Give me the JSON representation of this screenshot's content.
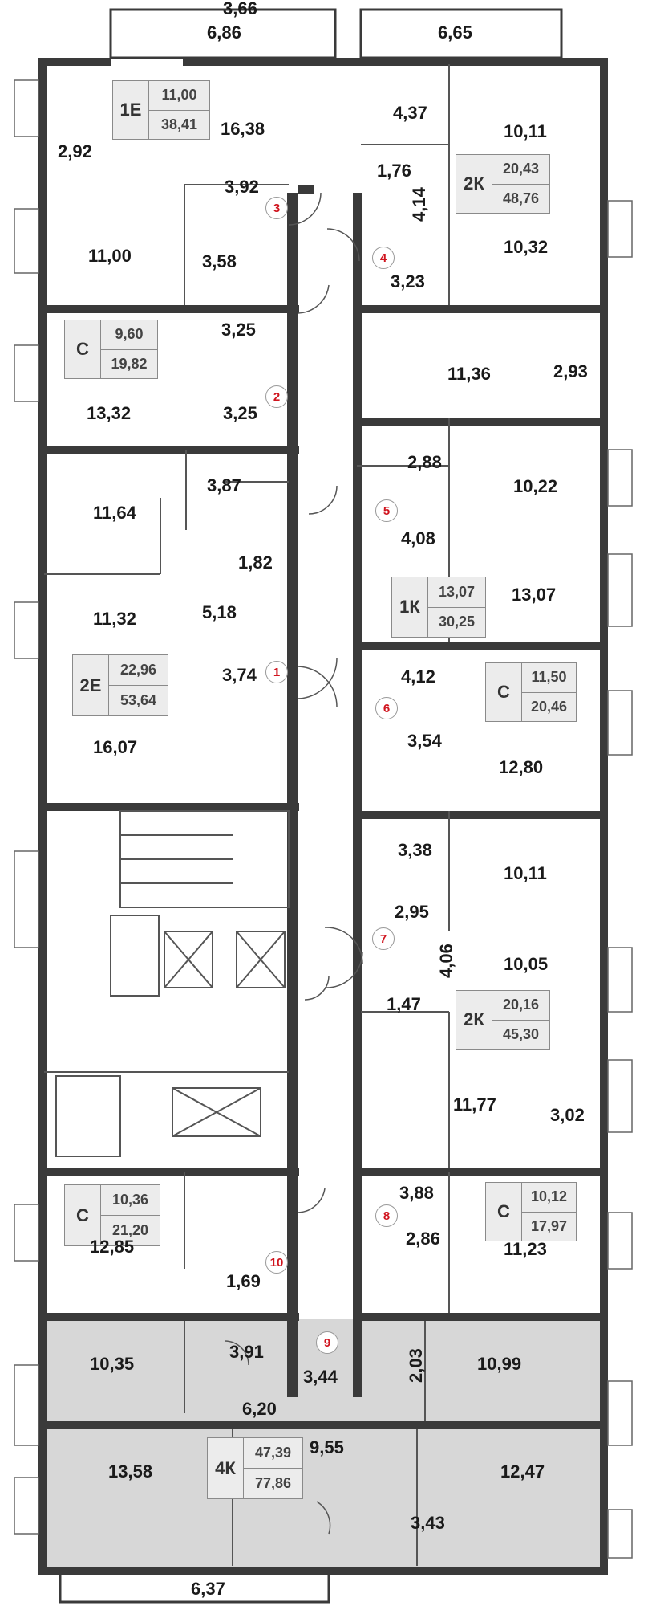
{
  "plan": {
    "title": "Floor plan",
    "apartments": [
      {
        "number": "1",
        "type": "2Е",
        "living": "22,96",
        "total": "53,64"
      },
      {
        "number": "2",
        "type": "С",
        "living": "9,60",
        "total": "19,82"
      },
      {
        "number": "3",
        "type": "1Е",
        "living": "11,00",
        "total": "38,41"
      },
      {
        "number": "4",
        "type": "2К",
        "living": "20,43",
        "total": "48,76"
      },
      {
        "number": "5",
        "type": "1К",
        "living": "13,07",
        "total": "30,25"
      },
      {
        "number": "6",
        "type": "С",
        "living": "11,50",
        "total": "20,46"
      },
      {
        "number": "7",
        "type": "2К",
        "living": "20,16",
        "total": "45,30"
      },
      {
        "number": "8",
        "type": "С",
        "living": "10,12",
        "total": "17,97"
      },
      {
        "number": "9",
        "type": "4К",
        "living": "47,39",
        "total": "77,86"
      },
      {
        "number": "10",
        "type": "С",
        "living": "10,36",
        "total": "21,20"
      }
    ],
    "areas": {
      "a_6_86": "6,86",
      "a_6_65": "6,65",
      "a_2_92": "2,92",
      "a_16_38": "16,38",
      "a_4_37": "4,37",
      "a_10_11_top": "10,11",
      "a_1_76": "1,76",
      "a_4_14": "4,14",
      "a_3_92": "3,92",
      "a_11_00": "11,00",
      "a_3_58": "3,58",
      "a_3_23": "3,23",
      "a_10_32": "10,32",
      "a_3_25_wc": "3,25",
      "a_11_36": "11,36",
      "a_2_93": "2,93",
      "a_13_32": "13,32",
      "a_3_25_hall": "3,25",
      "a_2_88": "2,88",
      "a_10_22": "10,22",
      "a_11_64": "11,64",
      "a_3_87": "3,87",
      "a_4_08": "4,08",
      "a_1_82": "1,82",
      "a_11_32": "11,32",
      "a_5_18": "5,18",
      "a_13_07": "13,07",
      "a_3_74": "3,74",
      "a_4_12": "4,12",
      "a_16_07": "16,07",
      "a_3_54": "3,54",
      "a_12_80": "12,80",
      "a_3_38": "3,38",
      "a_10_11_mid": "10,11",
      "a_2_95": "2,95",
      "a_4_06": "4,06",
      "a_10_05": "10,05",
      "a_1_47": "1,47",
      "a_11_77": "11,77",
      "a_3_02": "3,02",
      "a_3_66": "3,66",
      "a_3_88": "3,88",
      "a_12_85": "12,85",
      "a_2_86": "2,86",
      "a_11_23": "11,23",
      "a_1_69": "1,69",
      "a_10_35": "10,35",
      "a_3_91": "3,91",
      "a_3_44": "3,44",
      "a_2_03": "2,03",
      "a_10_99": "10,99",
      "a_6_20": "6,20",
      "a_9_55": "9,55",
      "a_13_58": "13,58",
      "a_3_43": "3,43",
      "a_12_47": "12,47",
      "a_6_37": "6,37"
    }
  },
  "colors": {
    "wall": "#3a3a3a",
    "grey_unit": "#d7d7d7",
    "number_red": "#d0141e",
    "badge_bg": "#ececec"
  }
}
